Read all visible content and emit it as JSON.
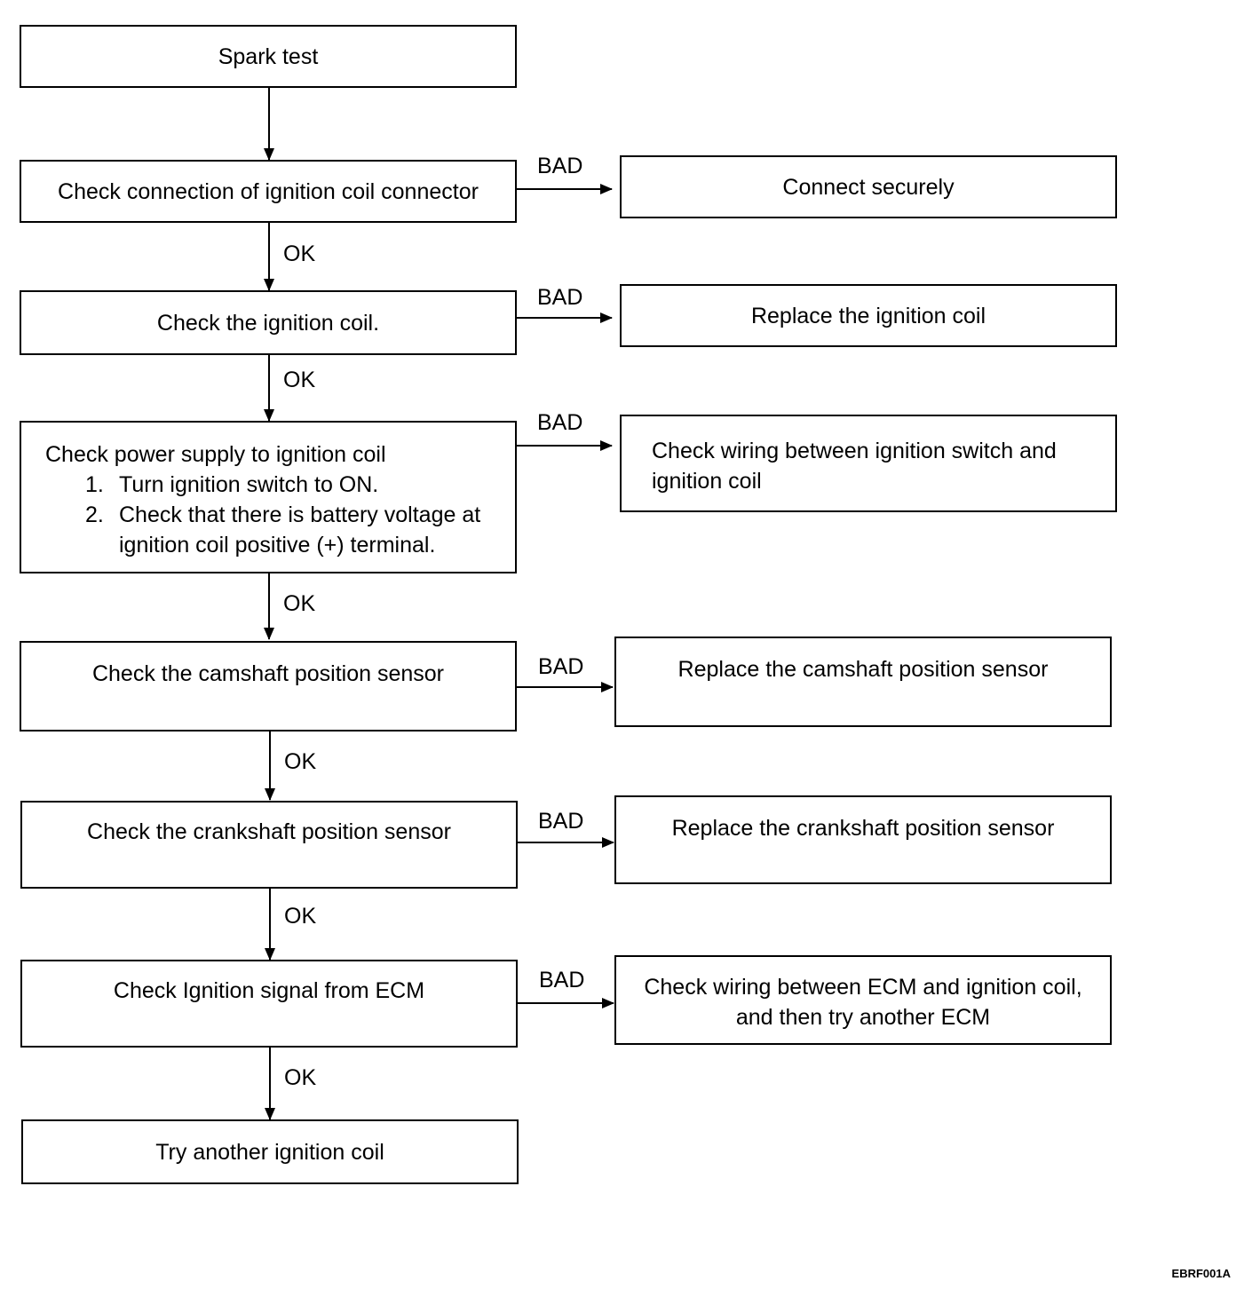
{
  "nodes": {
    "spark_test": "Spark test",
    "check_connection": "Check connection of ignition coil connector",
    "connect_securely": "Connect securely",
    "check_coil": "Check the ignition coil.",
    "replace_coil": "Replace the ignition coil",
    "check_power": {
      "title": "Check power supply to ignition coil",
      "steps": [
        {
          "num": "1.",
          "text": "Turn ignition switch to ON."
        },
        {
          "num": "2.",
          "text": "Check that there is battery voltage at ignition coil positive (+) terminal."
        }
      ]
    },
    "check_wiring_switch": "Check wiring between ignition switch and ignition coil",
    "check_camshaft": "Check the camshaft position sensor",
    "replace_camshaft": "Replace the camshaft position sensor",
    "check_crankshaft": "Check the crankshaft position sensor",
    "replace_crankshaft": "Replace the crankshaft position sensor",
    "check_ignition_signal": "Check Ignition signal from ECM",
    "check_wiring_ecm": "Check wiring between ECM and ignition coil, and then try another ECM",
    "try_another_coil": "Try another ignition coil"
  },
  "labels": {
    "ok": "OK",
    "bad": "BAD"
  },
  "figure_code": "EBRF001A"
}
